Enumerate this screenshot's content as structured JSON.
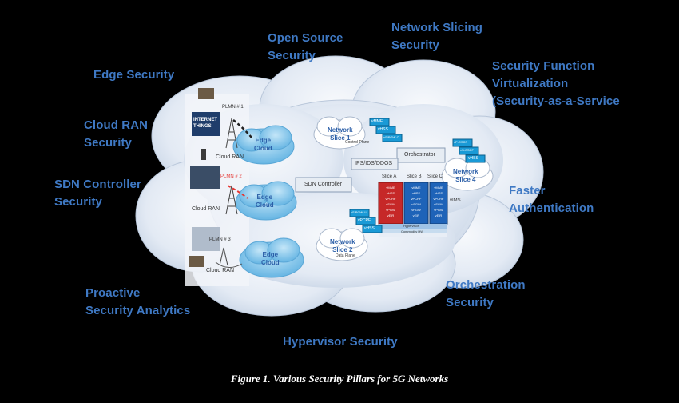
{
  "pillars": {
    "edge_security": "Edge Security",
    "open_source_security": "Open Source\nSecurity",
    "network_slicing_security": "Network Slicing\nSecurity",
    "security_function_virtualization": "Security Function\nVirtualization\n(Security-as-a-Service",
    "cloud_ran_security": "Cloud RAN\nSecurity",
    "sdn_controller_security": "SDN Controller\nSecurity",
    "faster_authentication": "Faster\nAuthentication",
    "proactive_security_analytics": "Proactive\nSecurity Analytics",
    "orchestration_security": "Orchestration\nSecurity",
    "hypervisor_security": "Hypervisor Security"
  },
  "diagram": {
    "plmn1": "PLMN # 1",
    "plmn2": "PLMN # 2",
    "plmn3": "PLMN # 3",
    "cloud_ran_1": "Cloud RAN",
    "cloud_ran_2": "Cloud RAN",
    "cloud_ran_3": "Cloud RAN",
    "edge_cloud": "Edge\nCloud",
    "internet_things": "INTERNET\nTHINGS",
    "network_slice_1": "Network\nSlice 1",
    "network_slice_2": "Network\nSlice 2",
    "network_slice_4": "Network\nSlice 4",
    "control_plane": "Control Plane",
    "data_plane": "Data Plane",
    "orchestrator": "Orchestrator",
    "ips_ids_ddos": "IPS/IDS/DDOS",
    "sdn_controller": "SDN Controller",
    "slice_a": "Slice A",
    "slice_b": "Slice B",
    "slice_c": "Slice C",
    "vims": "vIMS",
    "hypervisor": "Hypervisor",
    "commodity_hw": "Commodity HW",
    "vnf_slice1": [
      "vMME",
      "vHSS",
      "vS/PGW-C"
    ],
    "vnf_slice2": [
      "vS/PGW-U",
      "vPCRF",
      "vHSS"
    ],
    "vnf_slice4": [
      "vP-CSCF",
      "vS-CSCF",
      "vHSS"
    ],
    "slice_vnfs": [
      "vMME",
      "vHSS",
      "vPCRF",
      "vSGW",
      "vPGW",
      "vEIR"
    ]
  },
  "caption": "Figure 1.  Various Security Pillars for 5G Networks",
  "colors": {
    "pillar_text": "#3f79c4",
    "big_cloud": "#dde6f2",
    "edge_cloud": "#7fc4ea",
    "vnf_box": "#1a9ad6",
    "slice_a": "#c62828",
    "slice_b": "#1e63b8",
    "slice_c": "#1e63b8",
    "plmn_red": "#e53935"
  }
}
